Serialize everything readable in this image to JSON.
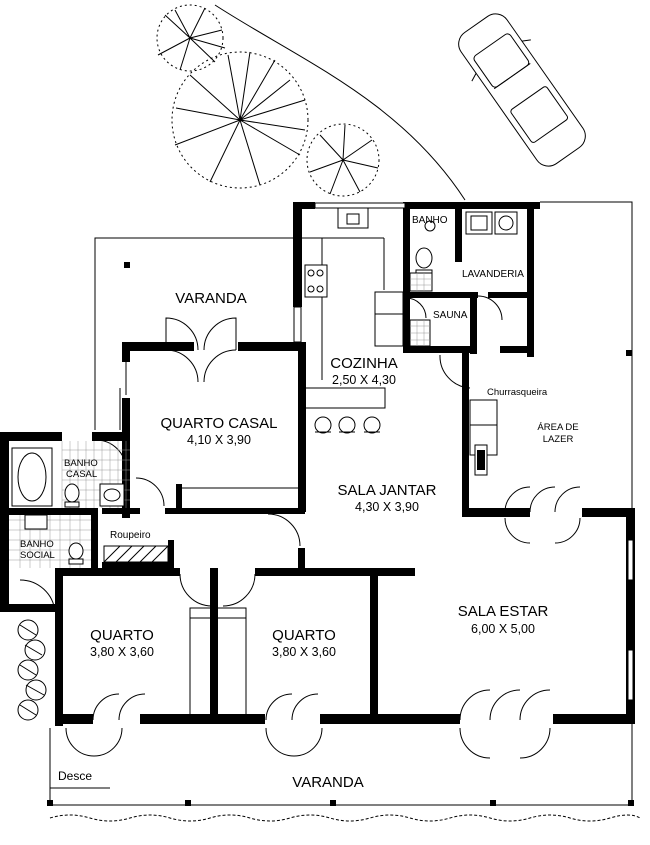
{
  "rooms": {
    "varanda_top": "VARANDA",
    "cozinha": "COZINHA",
    "cozinha_dim": "2,50 X 4,30",
    "banho": "BANHO",
    "lavanderia": "LAVANDERIA",
    "sauna": "SAUNA",
    "churrasqueira": "Churrasqueira",
    "area_lazer_1": "ÁREA DE",
    "area_lazer_2": "LAZER",
    "quarto_casal": "QUARTO CASAL",
    "quarto_casal_dim": "4,10 X 3,90",
    "banho_casal_1": "BANHO",
    "banho_casal_2": "CASAL",
    "banho_social_1": "BANHO",
    "banho_social_2": "SOCIAL",
    "roupeiro": "Roupeiro",
    "sala_jantar": "SALA JANTAR",
    "sala_jantar_dim": "4,30 X 3,90",
    "sala_estar": "SALA ESTAR",
    "sala_estar_dim": "6,00 X 5,00",
    "quarto1": "QUARTO",
    "quarto1_dim": "3,80 X 3,60",
    "quarto2": "QUARTO",
    "quarto2_dim": "3,80 X 3,60",
    "varanda_bottom": "VARANDA",
    "desce": "Desce"
  },
  "icons": [
    "tree-icon",
    "car-icon",
    "door-swing-icon",
    "bathtub-icon",
    "toilet-icon",
    "sink-icon",
    "stove-icon",
    "bar-stool-icon",
    "shrub-icon"
  ]
}
